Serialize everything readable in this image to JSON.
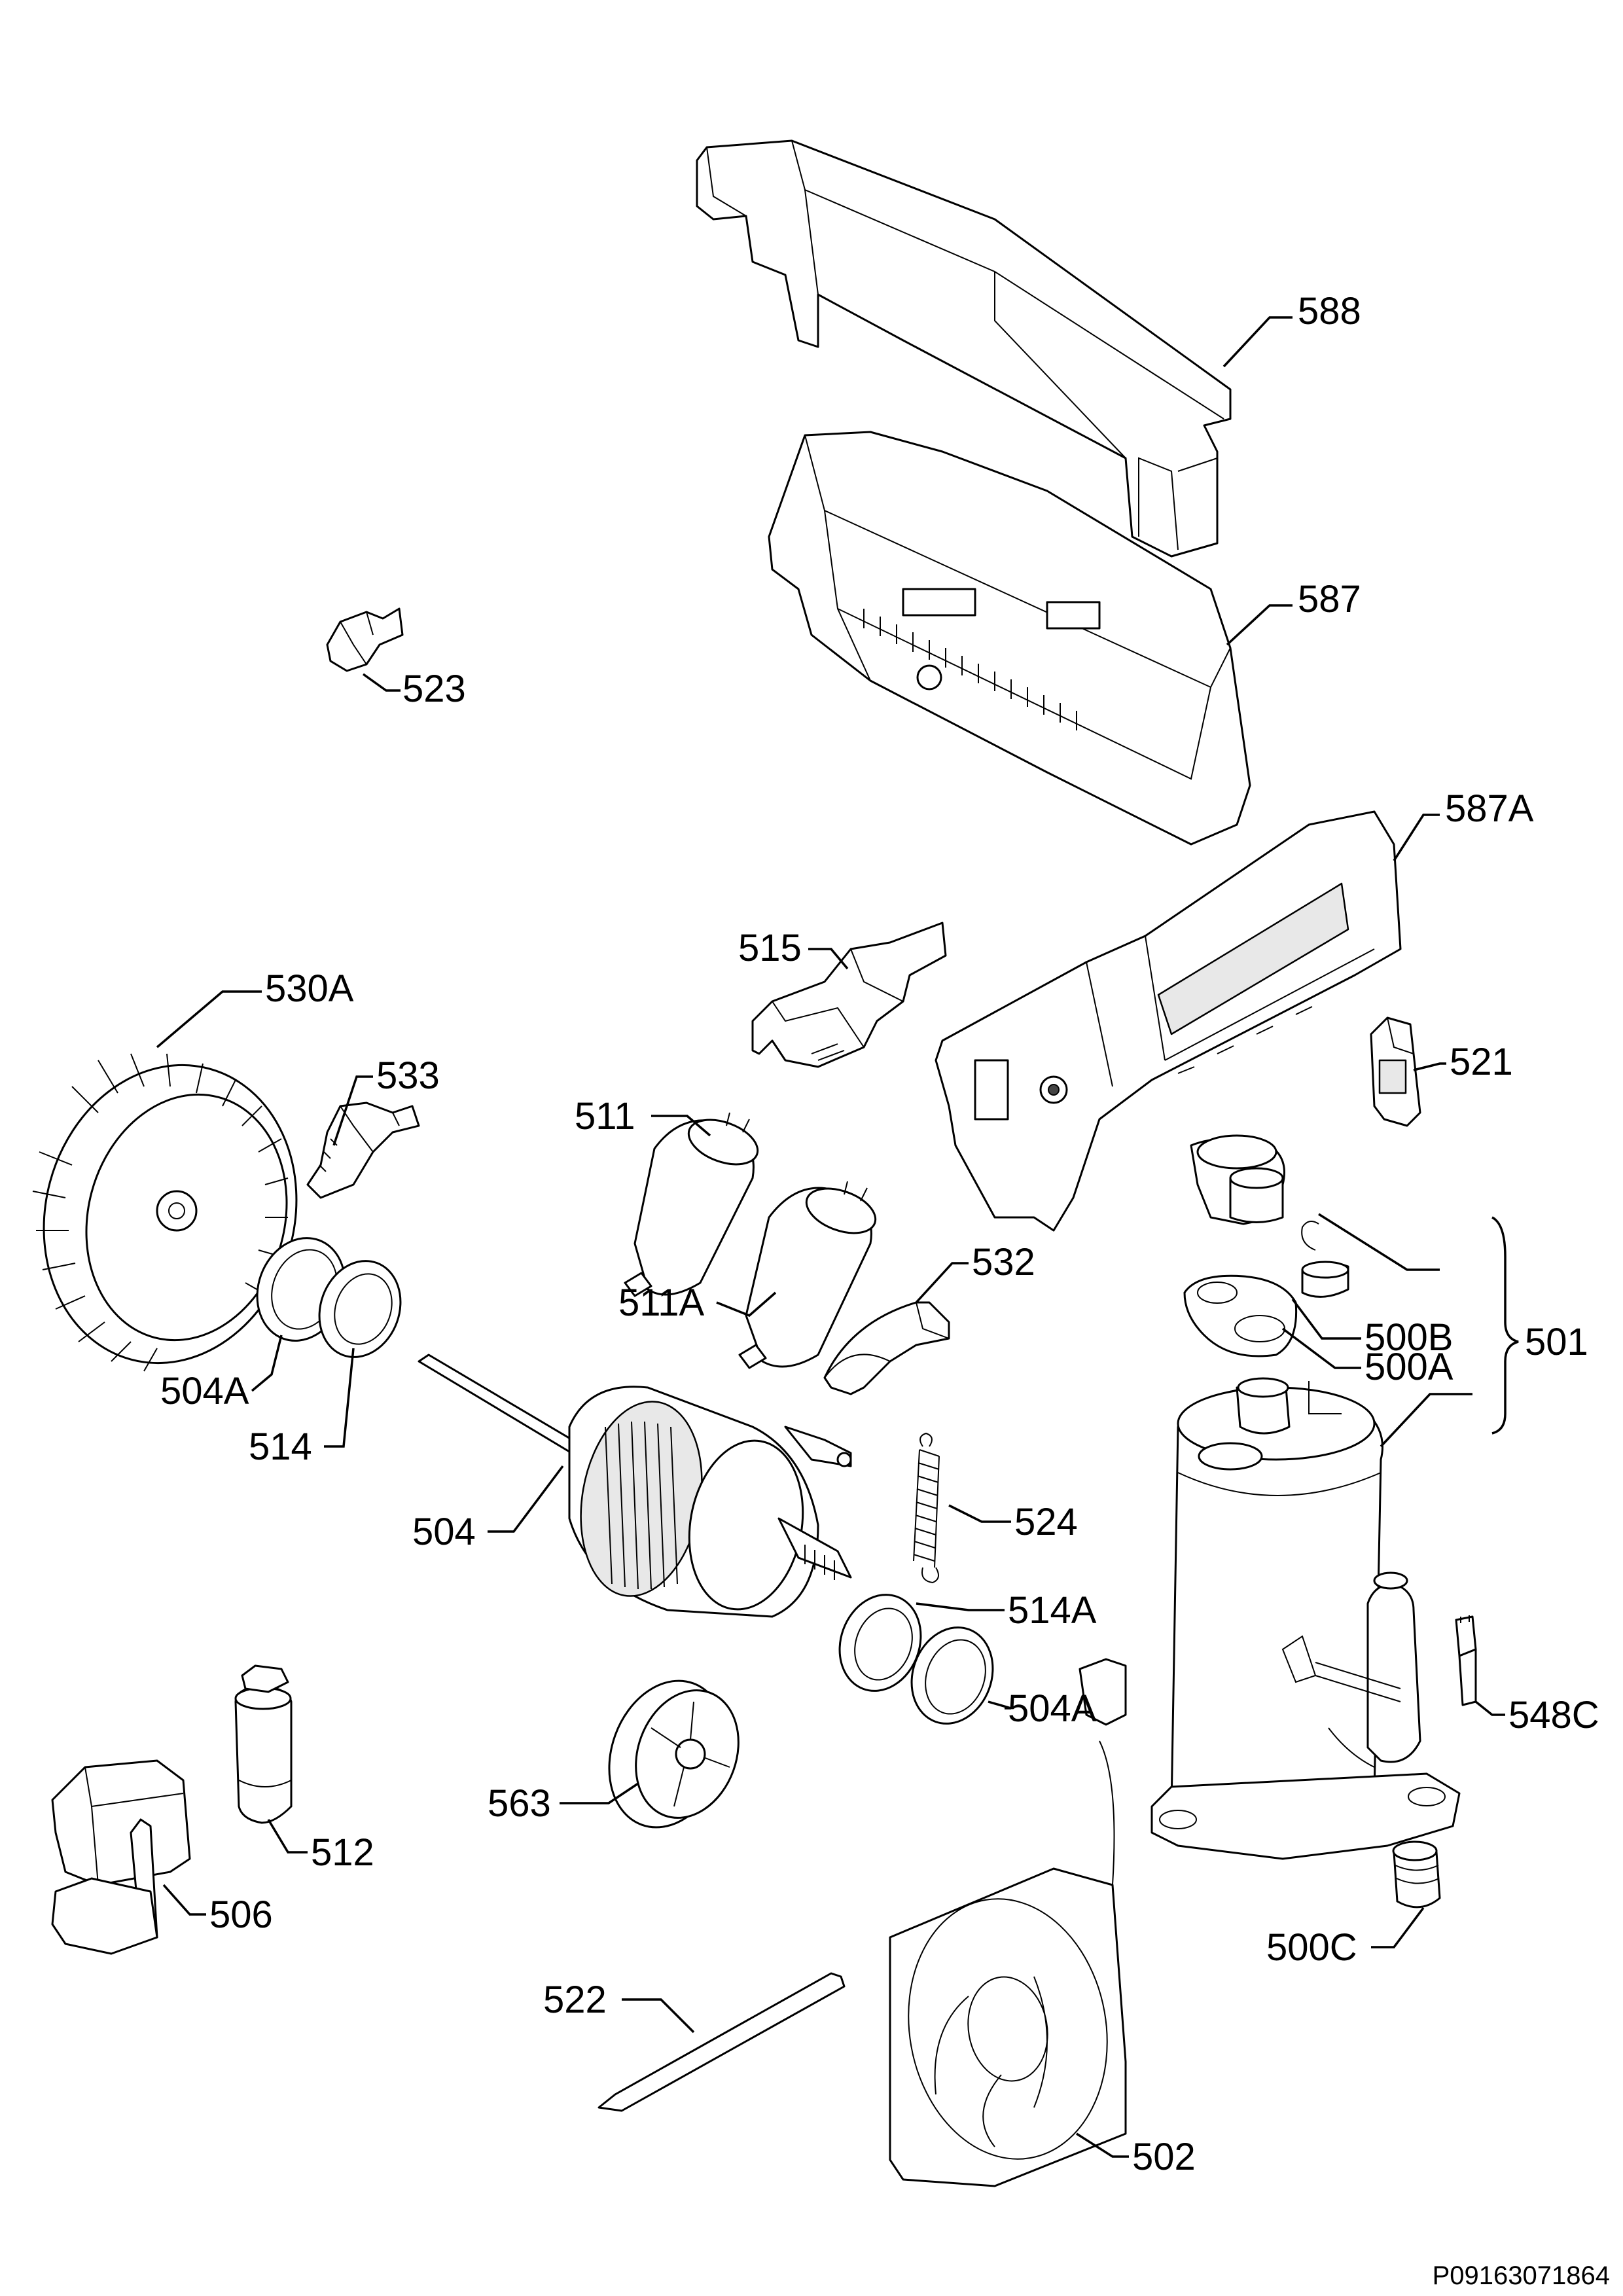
{
  "diagram": {
    "document_id": "P09163071864",
    "callouts": [
      {
        "id": "588",
        "label": "588"
      },
      {
        "id": "587",
        "label": "587"
      },
      {
        "id": "523",
        "label": "523"
      },
      {
        "id": "587A",
        "label": "587A"
      },
      {
        "id": "515",
        "label": "515"
      },
      {
        "id": "530A",
        "label": "530A"
      },
      {
        "id": "533",
        "label": "533"
      },
      {
        "id": "521",
        "label": "521"
      },
      {
        "id": "511",
        "label": "511"
      },
      {
        "id": "532",
        "label": "532"
      },
      {
        "id": "511A",
        "label": "511A"
      },
      {
        "id": "500B",
        "label": "500B"
      },
      {
        "id": "501",
        "label": "501"
      },
      {
        "id": "504A_left",
        "label": "504A"
      },
      {
        "id": "500A",
        "label": "500A"
      },
      {
        "id": "514",
        "label": "514"
      },
      {
        "id": "524",
        "label": "524"
      },
      {
        "id": "504",
        "label": "504"
      },
      {
        "id": "514A",
        "label": "514A"
      },
      {
        "id": "504A_right",
        "label": "504A"
      },
      {
        "id": "548C",
        "label": "548C"
      },
      {
        "id": "512",
        "label": "512"
      },
      {
        "id": "563",
        "label": "563"
      },
      {
        "id": "506",
        "label": "506"
      },
      {
        "id": "500C",
        "label": "500C"
      },
      {
        "id": "522",
        "label": "522"
      },
      {
        "id": "502",
        "label": "502"
      }
    ]
  }
}
